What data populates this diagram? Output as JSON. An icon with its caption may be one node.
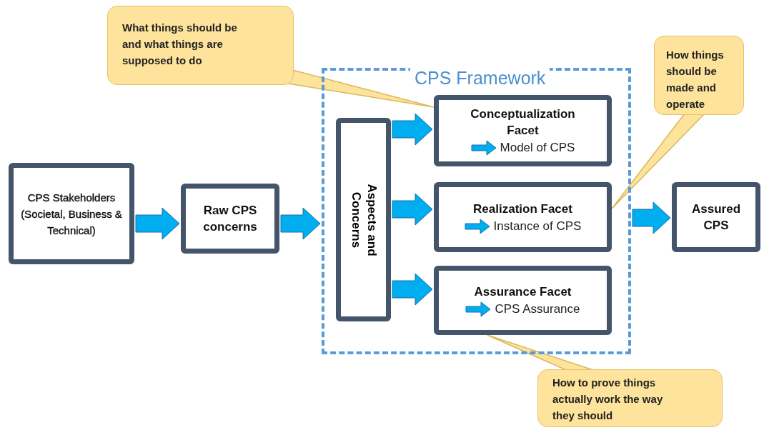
{
  "diagram": {
    "nodes": [
      {
        "text": [
          "CPS Stakeholders (Societal, Business & Technical)"
        ]
      },
      {
        "text": [
          "Raw CPS concerns"
        ]
      },
      {
        "text": [
          "CPS Framework"
        ]
      },
      {
        "text": [
          "Aspects and Concerns"
        ],
        "in": 2
      },
      {
        "text": [
          "Conceptualization Facet",
          "Model of CPS"
        ],
        "in": 2
      },
      {
        "text": [
          "Realization Facet",
          "Instance of CPS"
        ],
        "in": 2
      },
      {
        "text": [
          "Assurance Facet",
          "CPS Assurance"
        ],
        "in": 2
      },
      {
        "text": [
          "Assured CPS"
        ]
      },
      {
        "text": [
          "What things should be and what things are supposed to do"
        ]
      },
      {
        "text": [
          "How things should be made and operate"
        ]
      },
      {
        "text": [
          "How to prove things actually work the way they should"
        ]
      }
    ],
    "edges": [
      {
        "from": 0,
        "to": 1,
        "arrow": "to"
      },
      {
        "from": 1,
        "to": 2,
        "arrow": "to"
      },
      {
        "from": 3,
        "to": 4,
        "arrow": "to"
      },
      {
        "from": 3,
        "to": 5,
        "arrow": "to"
      },
      {
        "from": 3,
        "to": 6,
        "arrow": "to"
      },
      {
        "from": 2,
        "to": 7,
        "arrow": "to"
      },
      {
        "from": 8,
        "to": 4,
        "arrow": "none"
      },
      {
        "from": 9,
        "to": 5,
        "arrow": "none"
      },
      {
        "from": 10,
        "to": 6,
        "arrow": "none"
      }
    ]
  }
}
